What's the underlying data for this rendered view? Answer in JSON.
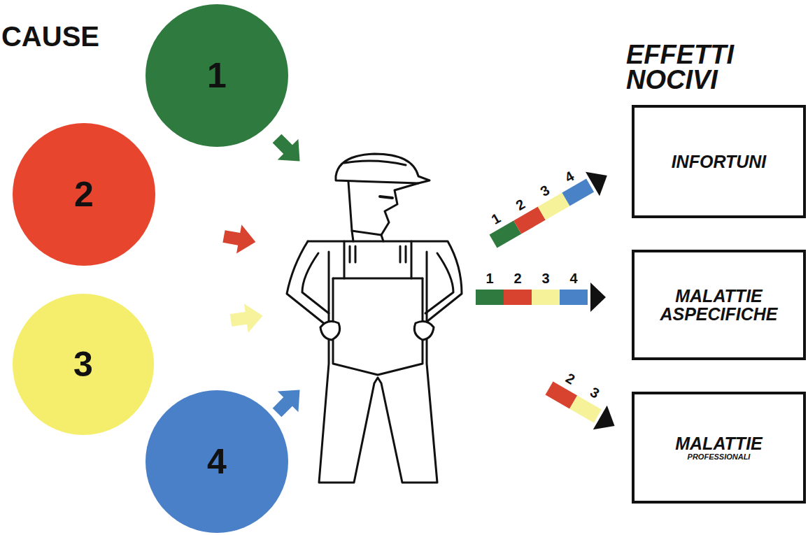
{
  "diagram": {
    "nodes": [
      {
        "text": [
          "1"
        ]
      },
      {
        "text": [
          "2"
        ]
      },
      {
        "text": [
          "3"
        ]
      },
      {
        "text": [
          "4"
        ]
      },
      {
        "text": [
          "INFORTUNI"
        ]
      },
      {
        "text": [
          "MALATTIE ASPECIFICHE"
        ]
      },
      {
        "text": [
          "MALATTIE",
          "PROFESSIONALI"
        ]
      }
    ],
    "labels": [
      "CAUSE",
      "EFFETTI NOCIVI",
      "1",
      "2",
      "3",
      "4",
      "1",
      "2",
      "3",
      "4",
      "2",
      "3"
    ]
  }
}
